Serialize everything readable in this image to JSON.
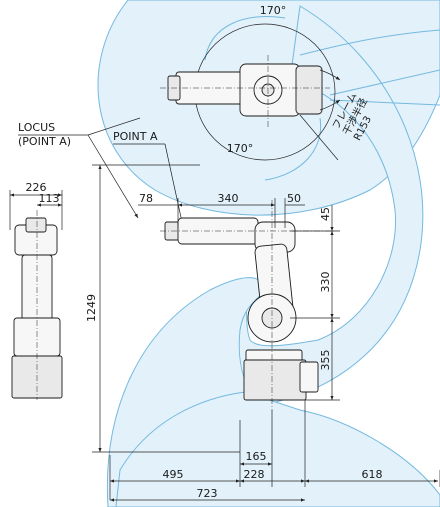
{
  "angles": {
    "top": "170°",
    "bottom": "170°"
  },
  "labels": {
    "locus_line1": "LOCUS",
    "locus_line2": "(POINT A)",
    "point_a": "POINT A",
    "frame_radius_line1": "フレーム",
    "frame_radius_line2": "干渉半径",
    "frame_radius_line3": "R153"
  },
  "dimensions": {
    "front_width": "226",
    "front_half": "113",
    "offset_78": "78",
    "arm_340": "340",
    "flange_50": "50",
    "height_45": "45",
    "height_330": "330",
    "height_355": "355",
    "total_height": "1249",
    "base_165": "165",
    "reach_495": "495",
    "base_228": "228",
    "rear_618": "618",
    "total_723": "723"
  },
  "colors": {
    "zone_fill": "#e2f1fa",
    "zone_line": "#74b9df",
    "ink": "#1b1b1b"
  }
}
